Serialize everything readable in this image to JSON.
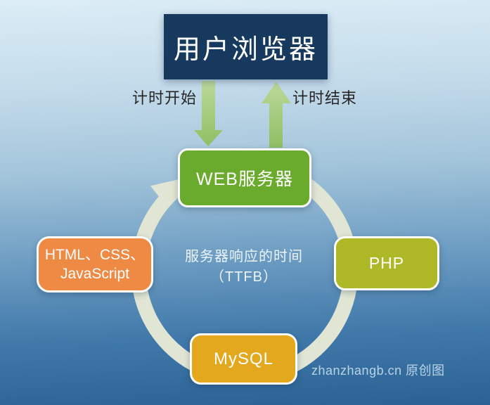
{
  "boxes": {
    "browser": {
      "label": "用户浏览器"
    },
    "webserver": {
      "label": "WEB服务器"
    },
    "frontend": {
      "label_line1": "HTML、CSS、",
      "label_line2": "JavaScript"
    },
    "php": {
      "label": "PHP"
    },
    "mysql": {
      "label": "MySQL"
    }
  },
  "annotations": {
    "timer_start": "计时开始",
    "timer_end": "计时结束",
    "center_line1": "服务器响应的时间",
    "center_line2": "（TTFB）",
    "watermark": "zhanzhangb.cn 原创图"
  },
  "colors": {
    "browser_box": "#17395e",
    "webserver_box": "#6aaa2d",
    "frontend_box": "#ee8a44",
    "php_box": "#afb827",
    "mysql_box": "#e3a81e",
    "cycle_ring": "#e1e5d3",
    "arrow_green_light": "#bcd99b",
    "arrow_green_dark": "#8fbe63",
    "timer_label_text": "#262626",
    "center_text": "#eaf3f8",
    "watermark_text": "#b9d4e6"
  }
}
